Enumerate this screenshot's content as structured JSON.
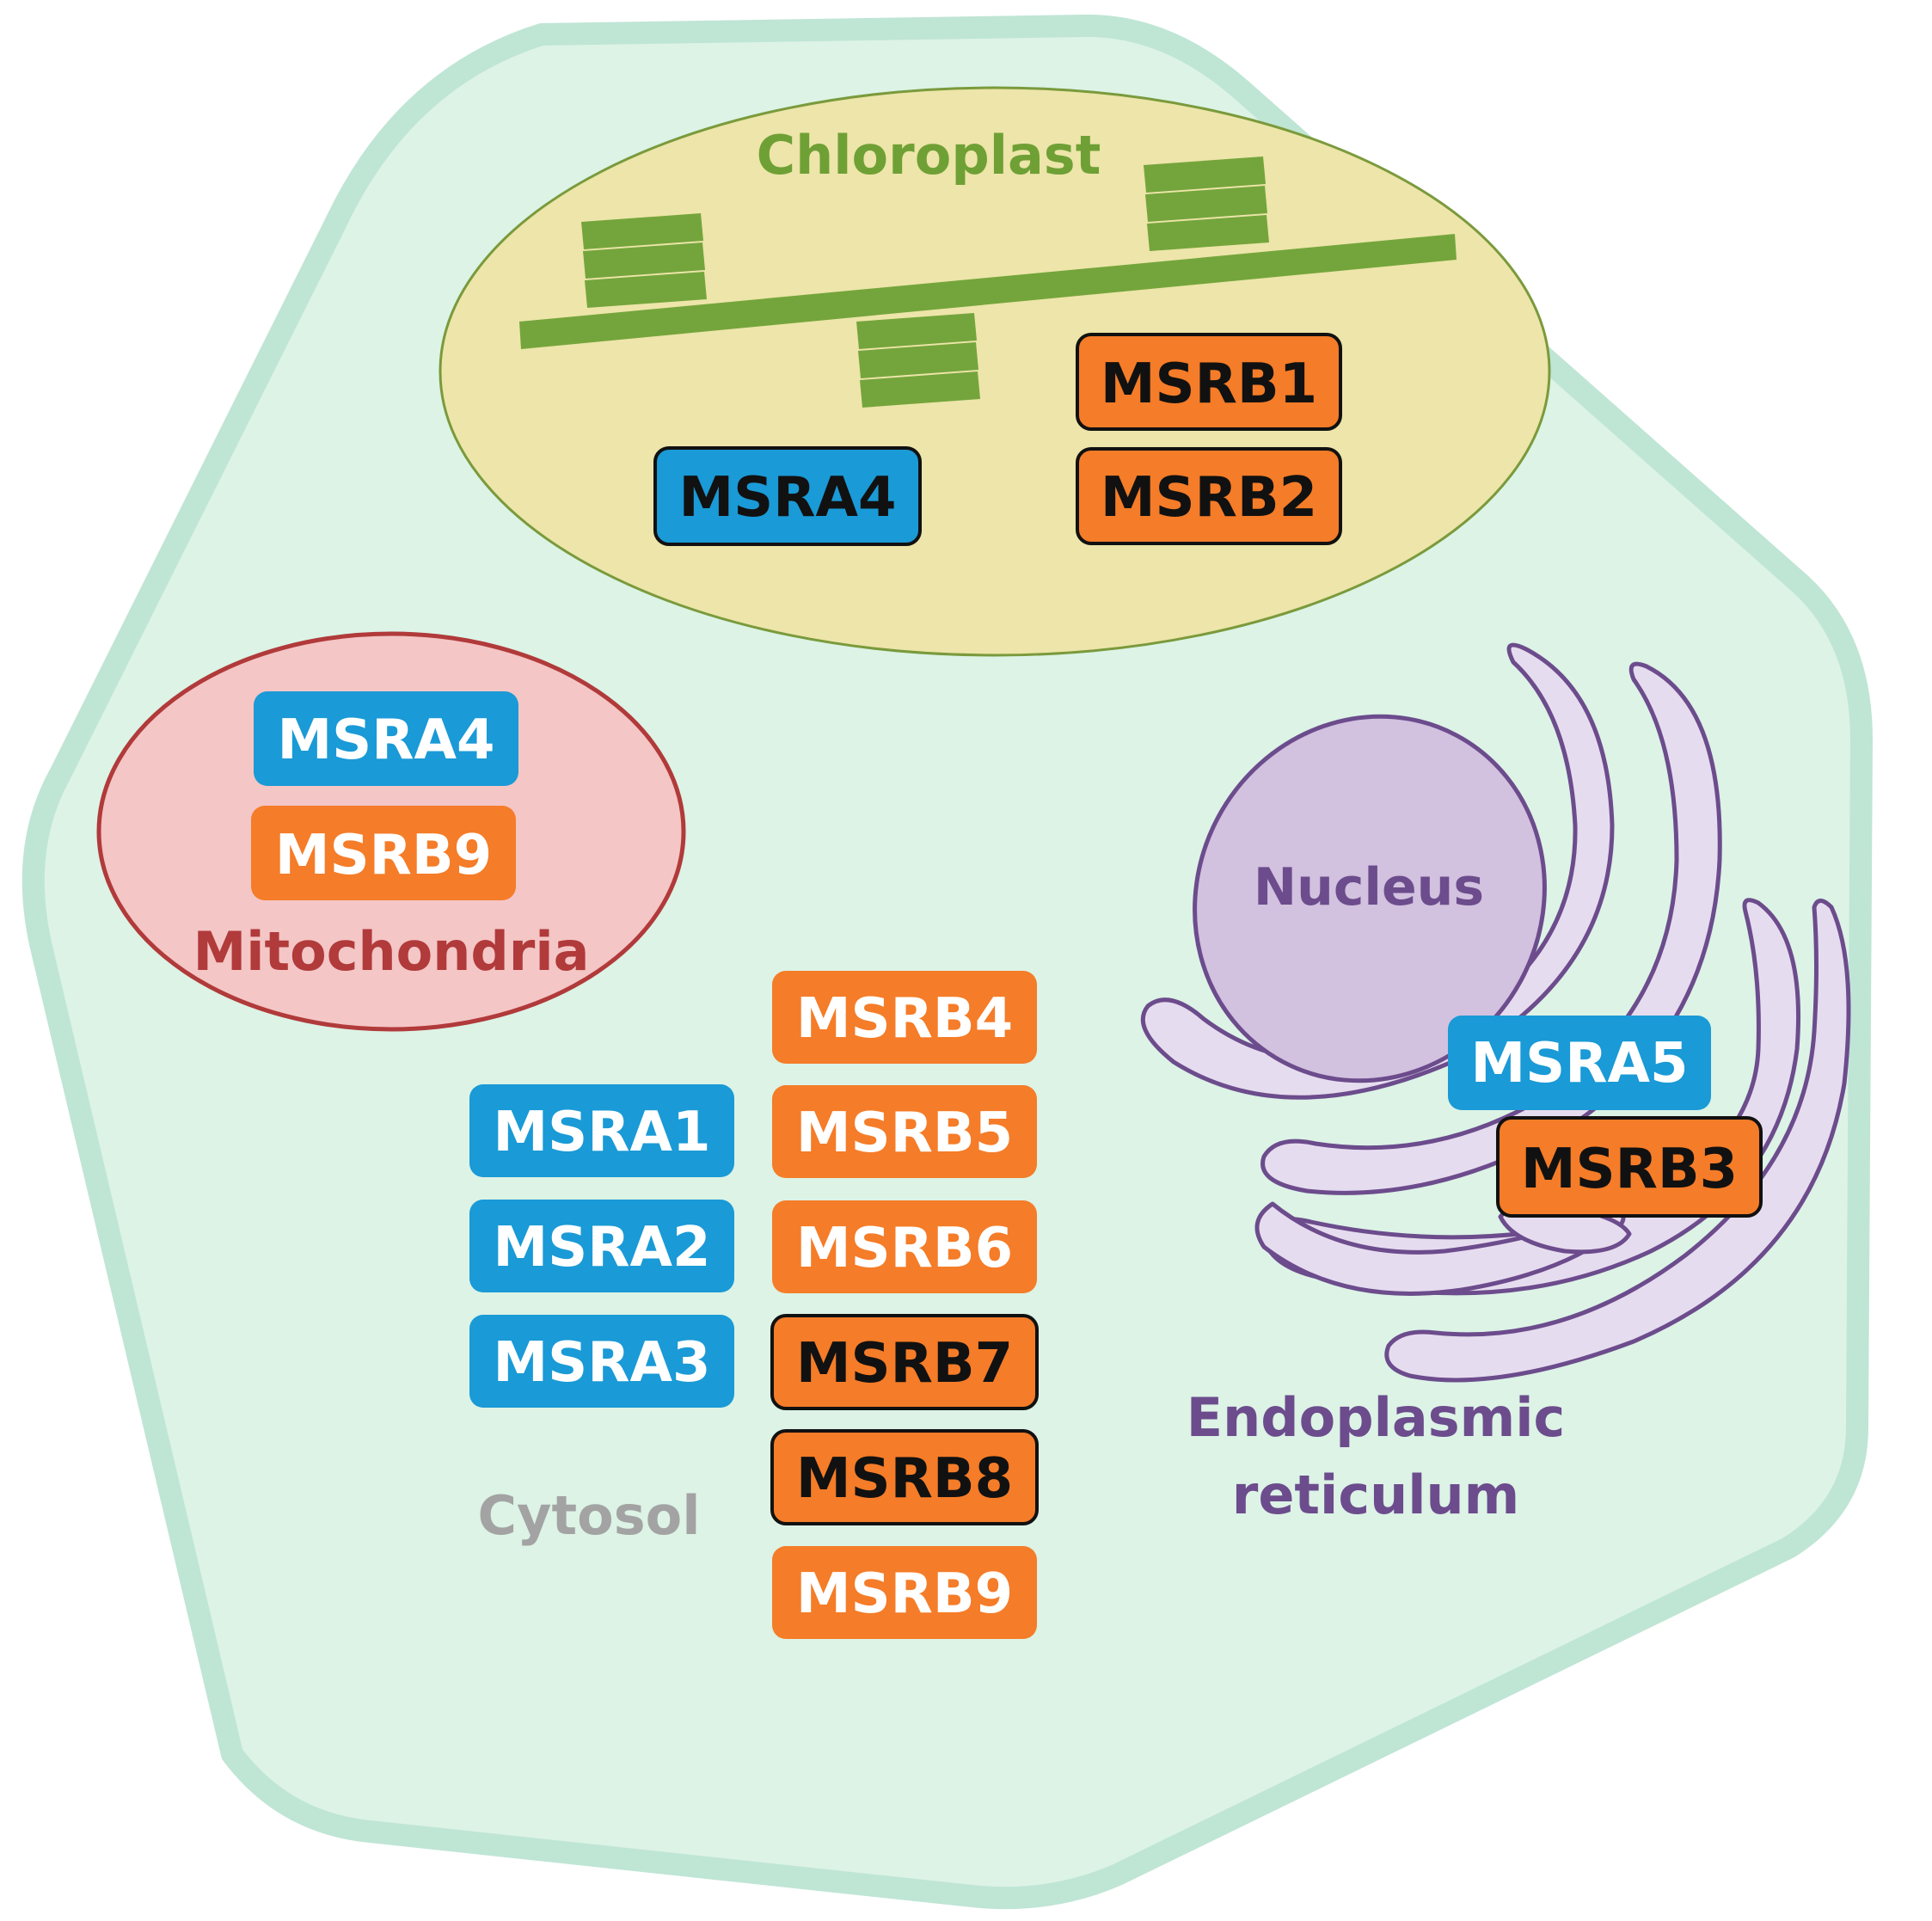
{
  "colors": {
    "cell_fill": "#dcf3e6",
    "cell_stroke": "#bfe5d5",
    "chloroplast_fill": "#ede5a9",
    "chloroplast_stroke": "#7a9a3c",
    "thylakoid": "#74a53c",
    "chloroplast_label": "#6fa035",
    "mito_fill": "#f4c6c6",
    "mito_stroke": "#b13a3a",
    "mito_label": "#b13a3a",
    "er_fill": "#e6dcef",
    "er_stroke": "#6c4c8c",
    "nucleus_fill": "#d2c1df",
    "purple_label": "#6c4c8c",
    "cytosol_label": "#a3a3a3",
    "msra_blue": "#1a9ad6",
    "msrb_orange": "#f57c28"
  },
  "labels": {
    "chloroplast": "Chloroplast",
    "mitochondria": "Mitochondria",
    "nucleus": "Nucleus",
    "er_line1": "Endoplasmic",
    "er_line2": "reticulum",
    "cytosol": "Cytosol"
  },
  "proteins": {
    "chloroplast": {
      "msra4": "MSRA4",
      "msrb1": "MSRB1",
      "msrb2": "MSRB2"
    },
    "mitochondria": {
      "msra4": "MSRA4",
      "msrb9": "MSRB9"
    },
    "er": {
      "msra5": "MSRA5",
      "msrb3": "MSRB3"
    },
    "cytosol_msra": [
      "MSRA1",
      "MSRA2",
      "MSRA3"
    ],
    "cytosol_msrb": [
      "MSRB4",
      "MSRB5",
      "MSRB6",
      "MSRB7",
      "MSRB8",
      "MSRB9"
    ]
  }
}
